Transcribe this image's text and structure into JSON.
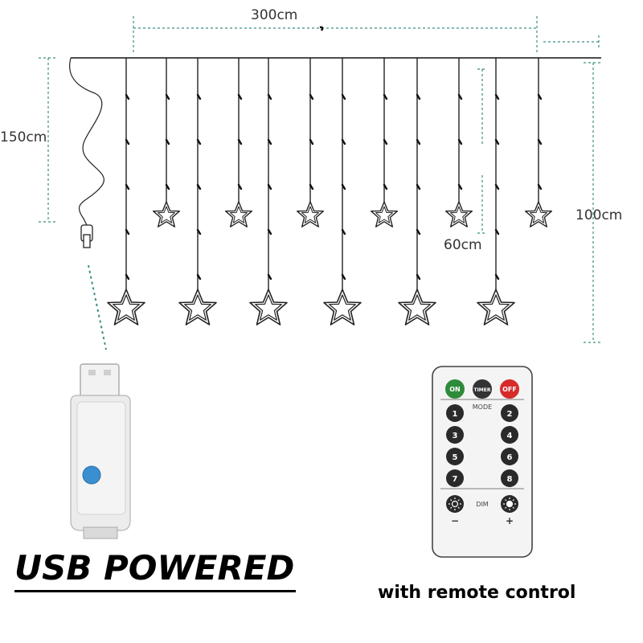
{
  "dimensions": {
    "width_label": "300cm",
    "height_label": "150cm",
    "long_strand_label": "100cm",
    "short_strand_label": "60cm"
  },
  "usb_title": "USB POWERED",
  "remote_caption": "with remote control",
  "remote": {
    "on_label": "ON",
    "timer_label": "TIMER",
    "off_label": "OFF",
    "mode_label": "MODE",
    "dim_label": "DIM",
    "minus_label": "−",
    "plus_label": "+",
    "number_buttons": [
      "1",
      "2",
      "3",
      "4",
      "5",
      "6",
      "7",
      "8"
    ]
  },
  "colors": {
    "dimension_line": "#3a8f84",
    "wire": "#111111",
    "on_button": "#2e8b3a",
    "timer_button": "#333333",
    "off_button": "#d62b2b",
    "remote_button": "#2a2a2a",
    "remote_body": "#f4f4f4",
    "usb_button": "#3a8fd0"
  }
}
